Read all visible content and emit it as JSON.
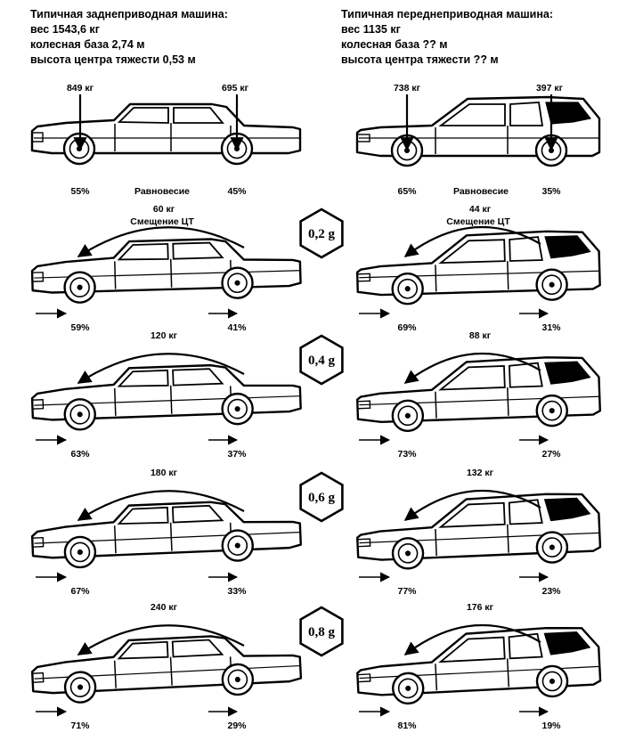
{
  "left_car": {
    "lines": [
      "Типичная заднеприводная машина:",
      "вес 1543,6 кг",
      "колесная база 2,74 м",
      "высота центра тяжести 0,53 м"
    ]
  },
  "right_car": {
    "lines": [
      "Типичная переднеприводная машина:",
      "вес 1135 кг",
      "колесная база ?? м",
      "высота центра тяжести ?? м"
    ]
  },
  "equilibrium_label": "Равновесие",
  "shift_label": "Смещение ЦТ",
  "rows": [
    {
      "accel": "",
      "left": {
        "front_pct": "55%",
        "rear_pct": "45%",
        "front_kg": "849 кг",
        "rear_kg": "695 кг",
        "shift_kg": ""
      },
      "right": {
        "front_pct": "65%",
        "rear_pct": "35%",
        "front_kg": "738 кг",
        "rear_kg": "397 кг",
        "shift_kg": ""
      }
    },
    {
      "accel": "0,2 g",
      "left": {
        "front_pct": "59%",
        "rear_pct": "41%",
        "shift_kg": "60 кг"
      },
      "right": {
        "front_pct": "69%",
        "rear_pct": "31%",
        "shift_kg": "44 кг"
      }
    },
    {
      "accel": "0,4 g",
      "left": {
        "front_pct": "63%",
        "rear_pct": "37%",
        "shift_kg": "120 кг"
      },
      "right": {
        "front_pct": "73%",
        "rear_pct": "27%",
        "shift_kg": "88 кг"
      }
    },
    {
      "accel": "0,6 g",
      "left": {
        "front_pct": "67%",
        "rear_pct": "33%",
        "shift_kg": "180 кг"
      },
      "right": {
        "front_pct": "77%",
        "rear_pct": "23%",
        "shift_kg": "132 кг"
      }
    },
    {
      "accel": "0,8 g",
      "left": {
        "front_pct": "71%",
        "rear_pct": "29%",
        "shift_kg": "240 кг"
      },
      "right": {
        "front_pct": "81%",
        "rear_pct": "19%",
        "shift_kg": "176 кг"
      }
    }
  ]
}
